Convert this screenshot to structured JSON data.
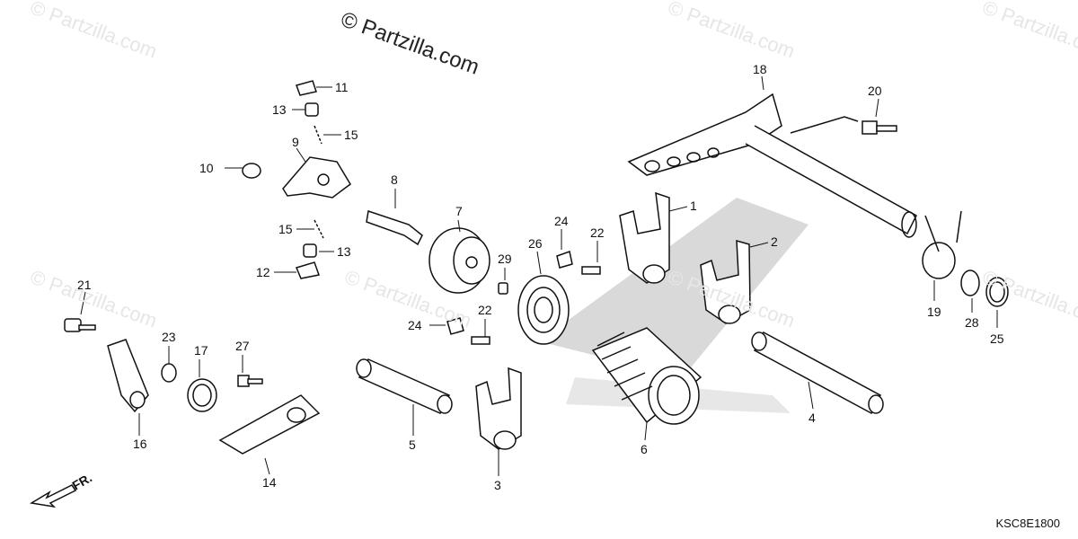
{
  "copyright": "© Partzilla.com",
  "watermark_text": "© Partzilla.com",
  "diagram_code": "KSC8E1800",
  "front_label": "FR.",
  "callouts": [
    "1",
    "2",
    "3",
    "4",
    "5",
    "6",
    "7",
    "8",
    "9",
    "10",
    "11",
    "12",
    "13",
    "13",
    "14",
    "15",
    "15",
    "16",
    "17",
    "18",
    "19",
    "20",
    "21",
    "22",
    "22",
    "23",
    "24",
    "24",
    "25",
    "26",
    "27",
    "28",
    "29"
  ],
  "colors": {
    "line": "#111111",
    "honda_logo": "#c9c9c9",
    "watermark": "#e6e6e6"
  }
}
